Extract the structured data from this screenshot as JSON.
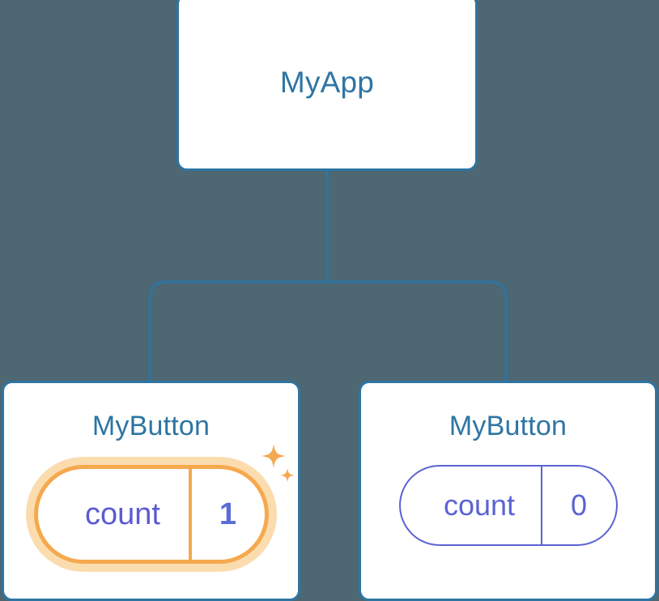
{
  "diagram": {
    "type": "component-tree",
    "background_color": "#4d6773",
    "node_border_color": "#2e75a3",
    "node_title_color": "#2e75a3",
    "edge_color": "#2e75a3",
    "state_color": "#5b63d3",
    "highlight_color": "#f5a94e",
    "highlight_glow_color": "#fbdcaf"
  },
  "root": {
    "title": "MyApp"
  },
  "children": [
    {
      "title": "MyButton",
      "state": {
        "key": "count",
        "value": "1"
      },
      "highlighted": true,
      "sparkle_icons": [
        "sparkle-large-icon",
        "sparkle-small-icon"
      ]
    },
    {
      "title": "MyButton",
      "state": {
        "key": "count",
        "value": "0"
      },
      "highlighted": false
    }
  ]
}
